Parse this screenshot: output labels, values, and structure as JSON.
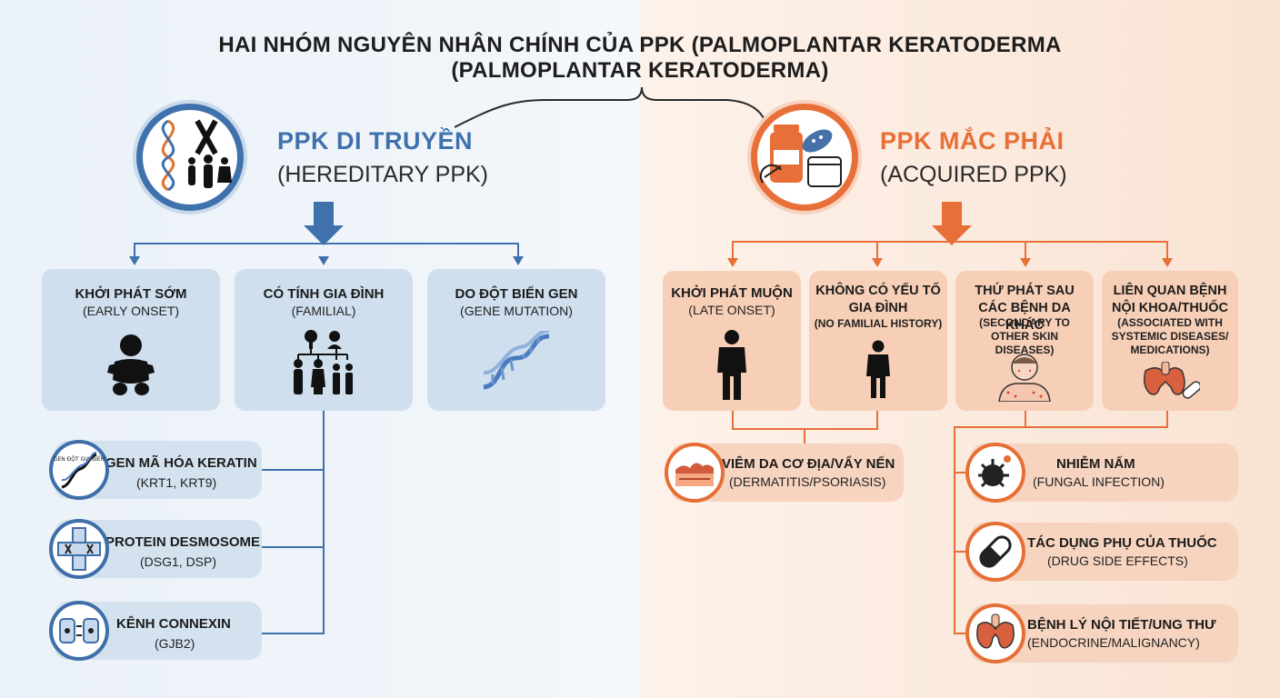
{
  "title": {
    "line1": "HAI NHÓM NGUYÊN NHÂN CHÍNH CỦA PPK (PALMOPLANTAR KERATODERMA",
    "line2": "(PALMOPLANTAR KERATODERMA)"
  },
  "hereditary": {
    "title": "PPK DI TRUYỀN",
    "subtitle": "(HEREDITARY PPK)",
    "cards": [
      {
        "title": "KHỞI PHÁT SỚM",
        "subtitle": "(EARLY ONSET)",
        "icon": "baby-icon"
      },
      {
        "title": "CÓ TÍNH GIA ĐÌNH",
        "subtitle": "(FAMILIAL)",
        "icon": "family-tree-icon"
      },
      {
        "title": "DO ĐỘT BIẾN GEN",
        "subtitle": "(GENE MUTATION)",
        "icon": "dna-icon"
      }
    ],
    "genes": [
      {
        "title": "GEN MÃ HÓA KERATIN",
        "subtitle": "(KRT1, KRT9)",
        "icon": "dna-sequence-icon",
        "icon_label": "GEN ĐỘT GIA BIẾN"
      },
      {
        "title": "PROTEIN DESMOSOME",
        "subtitle": "(DSG1, DSP)",
        "icon": "desmosome-icon"
      },
      {
        "title": "KÊNH CONNEXIN",
        "subtitle": "(GJB2)",
        "icon": "connexin-channel-icon"
      }
    ]
  },
  "acquired": {
    "title": "PPK MẮC PHẢI",
    "subtitle": "(ACQUIRED PPK)",
    "cards": [
      {
        "title": "KHỞI PHÁT MUỘN",
        "subtitle": "(LATE ONSET)",
        "icon": "adult-person-icon"
      },
      {
        "title": "KHÔNG CÓ YẾU TỐ GIA ĐÌNH",
        "subtitle": "(NO FAMILIAL HISTORY)",
        "icon": "single-person-icon"
      },
      {
        "title": "THỨ PHÁT SAU CÁC BỆNH DA KHÁC",
        "subtitle": "(SECONDARY TO OTHER SKIN DISEASES)",
        "icon": "skin-rash-person-icon"
      },
      {
        "title": "LIÊN QUAN BỆNH NỘI KHOA/THUỐC",
        "subtitle": "(ASSOCIATED WITH SYSTEMIC DISEASES/ MEDICATIONS)",
        "icon": "thyroid-pill-icon"
      }
    ],
    "causes": [
      {
        "title": "VIÊM DA CƠ ĐỊA/VẨY NẾN",
        "subtitle": "(DERMATITIS/PSORIASIS)",
        "icon": "skin-layer-icon"
      },
      {
        "title": "NHIỄM NẤM",
        "subtitle": "(FUNGAL INFECTION)",
        "icon": "fungus-icon"
      },
      {
        "title": "TÁC DỤNG PHỤ CỦA THUỐC",
        "subtitle": "(DRUG SIDE EFFECTS)",
        "icon": "capsule-icon"
      },
      {
        "title": "BỆNH LÝ NỘI TIẾT/UNG THƯ",
        "subtitle": "(ENDOCRINE/MALIGNANCY)",
        "icon": "thyroid-icon"
      }
    ]
  },
  "colors": {
    "blue": "#3f72ad",
    "orange": "#e86f38",
    "blue_card": "#cfdfee",
    "orange_card": "#f7cfb7"
  }
}
